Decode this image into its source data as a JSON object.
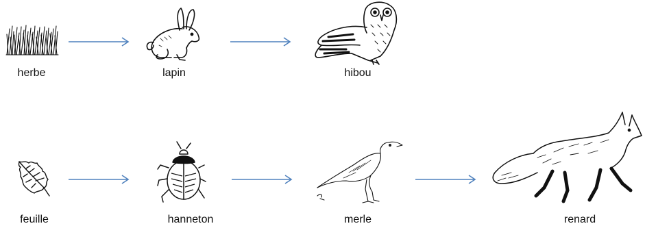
{
  "colors": {
    "arrow": "#4f81bd",
    "ink": "#111111",
    "background": "#ffffff"
  },
  "food_chains": [
    {
      "links": [
        {
          "label": "herbe",
          "icon": "grass-icon"
        },
        {
          "label": "lapin",
          "icon": "rabbit-icon"
        },
        {
          "label": "hibou",
          "icon": "owl-icon"
        }
      ]
    },
    {
      "links": [
        {
          "label": "feuille",
          "icon": "leaf-icon"
        },
        {
          "label": "hanneton",
          "icon": "beetle-icon"
        },
        {
          "label": "merle",
          "icon": "blackbird-icon"
        },
        {
          "label": "renard",
          "icon": "fox-icon"
        }
      ]
    }
  ]
}
